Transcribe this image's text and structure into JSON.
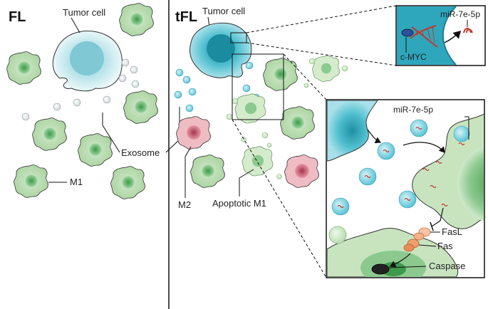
{
  "panels": {
    "left": "FL",
    "right": "tFL"
  },
  "labels": {
    "tumor_cell_left": "Tumor cell",
    "tumor_cell_right": "Tumor cell",
    "exosome": "Exosome",
    "m1": "M1",
    "m2": "M2",
    "apoptotic_m1": "Apoptotic M1",
    "mirna_inset": "miR-7e-5p",
    "cmyc": "c-MYC",
    "mirna_zoom": "miR-7e-5p",
    "fasl": "FasL",
    "fas": "Fas",
    "caspase": "Caspase"
  },
  "colors": {
    "tumor": "#4fbfcf",
    "tumor_pale": "#bfe6ec",
    "m1": "#b7d9b0",
    "m1_core": "#4fa45a",
    "m2": "#e59aa6",
    "m2_core": "#b9465c",
    "exosome": "#8fd6e3",
    "fas": "#f0a070",
    "dna": "#c0392b",
    "cmyc": "#2c4fa0"
  }
}
